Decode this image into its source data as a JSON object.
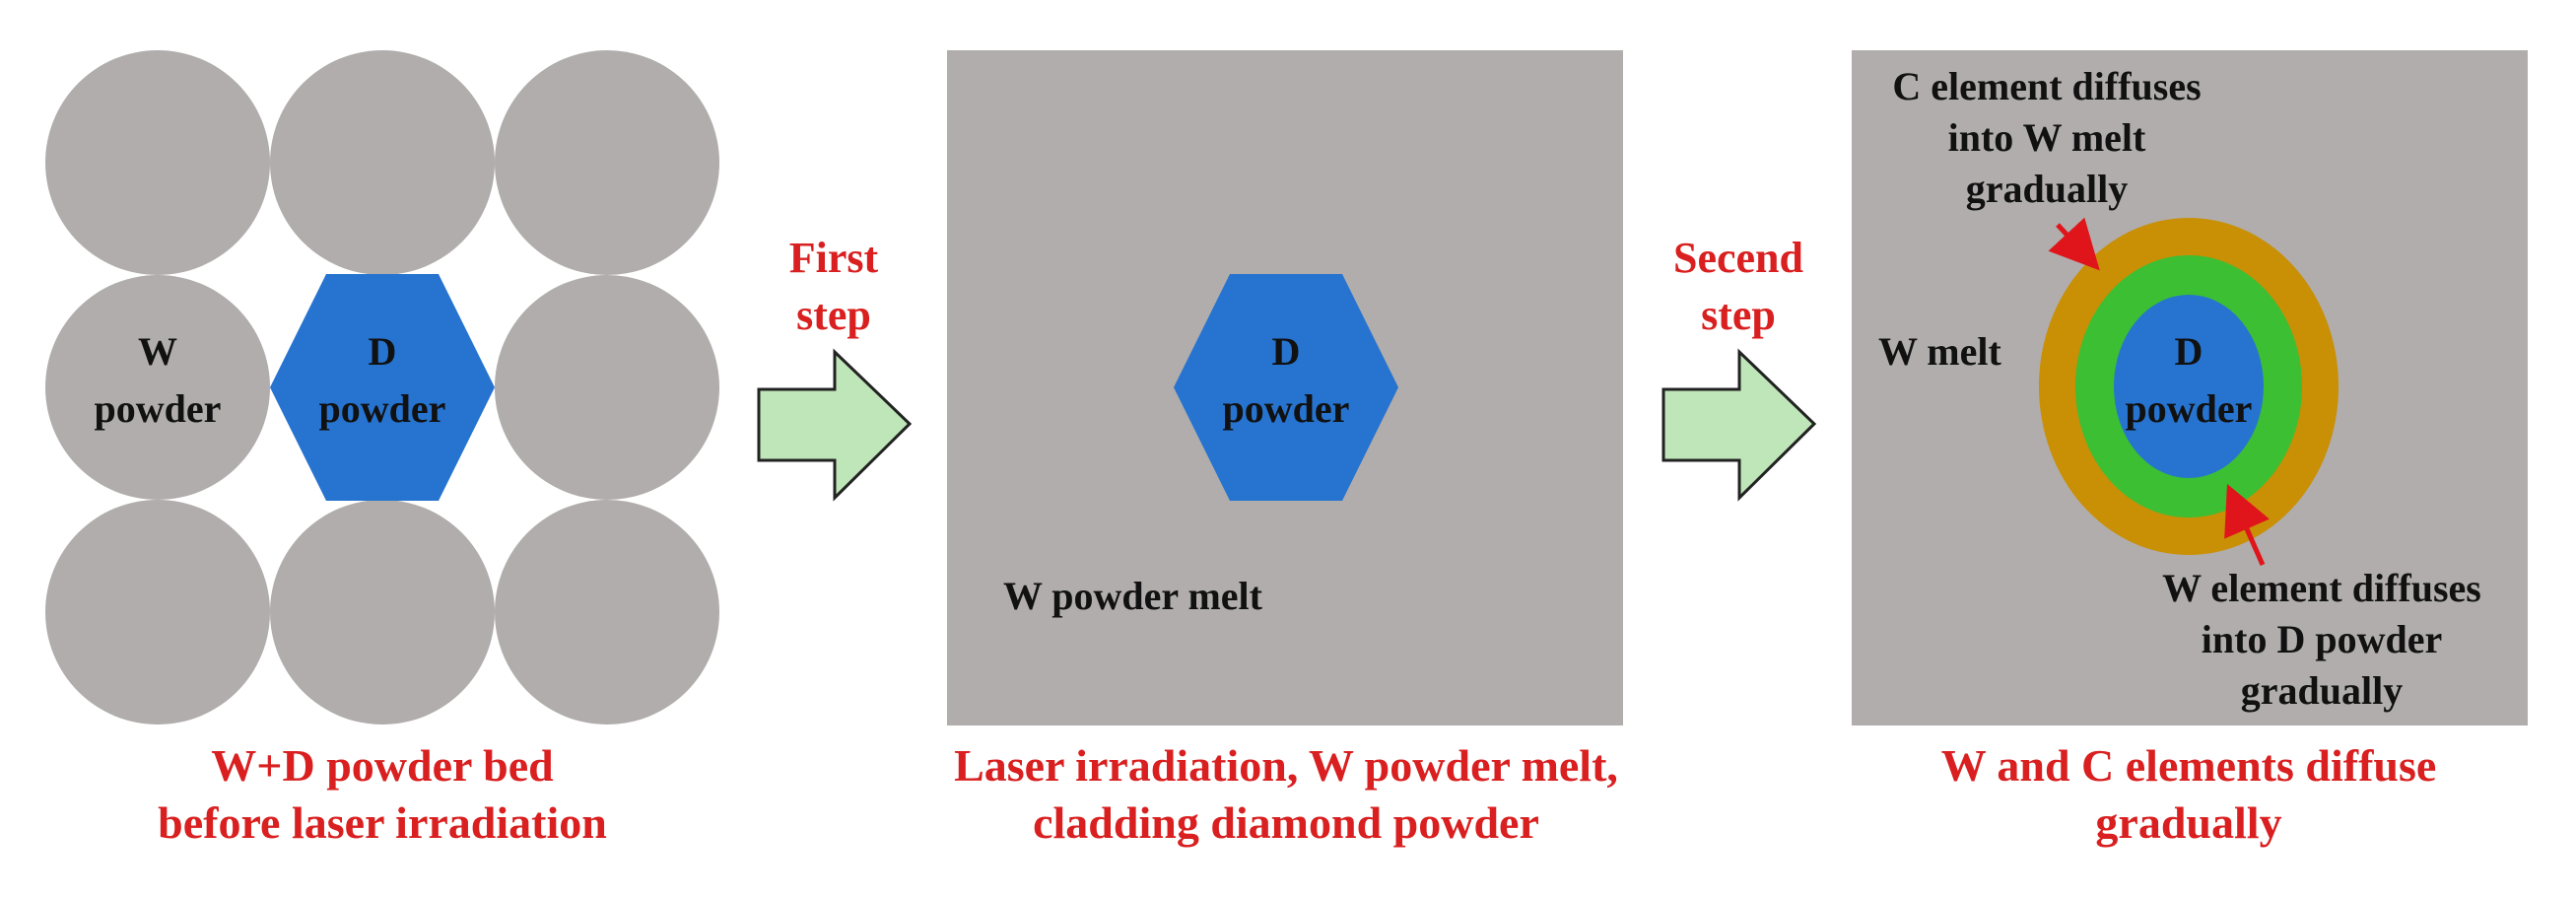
{
  "colors": {
    "gray": "#b0adac",
    "diamond_blue": "#2674d0",
    "arrow_fill": "#bfe6b8",
    "diffusion_green": "#3cbf33",
    "diffusion_orange": "#c98f05",
    "caption_red": "#d91f1f"
  },
  "panel1": {
    "w_label_line1": "W",
    "w_label_line2": "powder",
    "d_label_line1": "D",
    "d_label_line2": "powder",
    "caption_line1": "W+D powder bed",
    "caption_line2": "before laser irradiation"
  },
  "arrow1": {
    "label_line1": "First",
    "label_line2": "step"
  },
  "panel2": {
    "d_label_line1": "D",
    "d_label_line2": "powder",
    "melt_label": "W powder melt",
    "caption_line1": "Laser irradiation, W powder melt,",
    "caption_line2": "cladding diamond powder"
  },
  "arrow2": {
    "label_line1": "Secend",
    "label_line2": "step"
  },
  "panel3": {
    "c_diffuse_line1": "C element diffuses",
    "c_diffuse_line2": "into W melt",
    "c_diffuse_line3": "gradually",
    "w_melt_label": "W melt",
    "d_label_line1": "D",
    "d_label_line2": "powder",
    "w_diffuse_line1": "W element diffuses",
    "w_diffuse_line2": "into D powder",
    "w_diffuse_line3": "gradually",
    "caption_line1": "W and C elements diffuse",
    "caption_line2": "gradually"
  }
}
